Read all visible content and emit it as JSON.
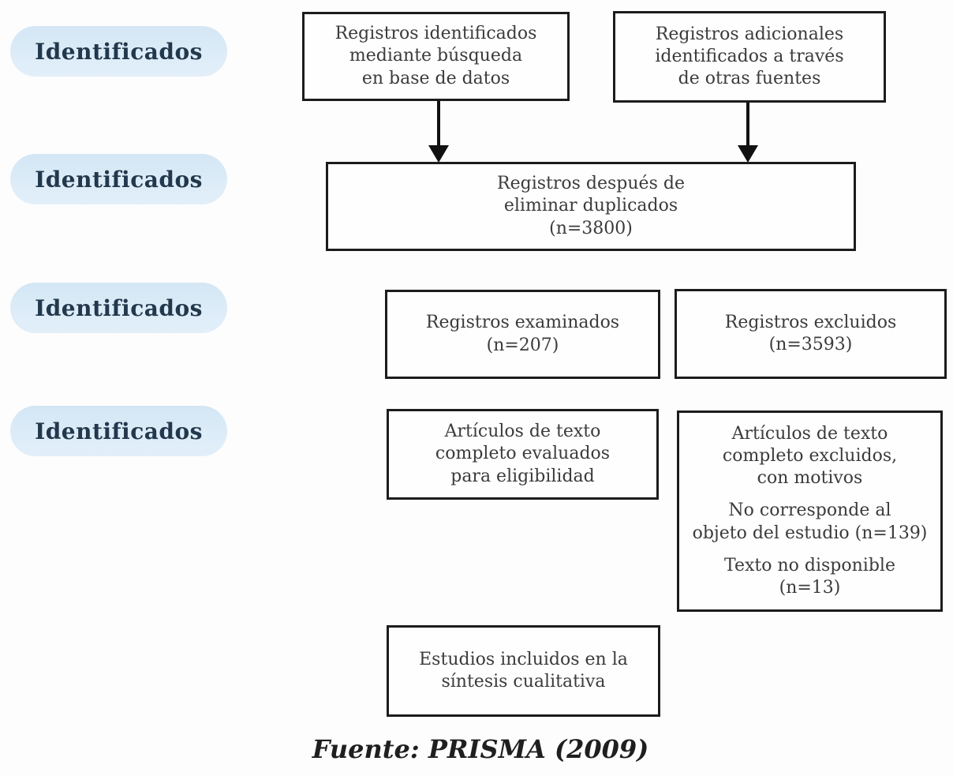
{
  "stages": {
    "items": [
      {
        "label": "Identificados"
      },
      {
        "label": "Identificados"
      },
      {
        "label": "Identificados"
      },
      {
        "label": "Identificados"
      }
    ]
  },
  "flow": {
    "records_database": "Registros identificados\nmediante búsqueda\nen base de datos",
    "records_other_sources": "Registros adicionales\nidentificados a través\nde otras fuentes",
    "after_duplicates": "Registros después de\neliminar duplicados\n(n=3800)",
    "records_screened": "Registros examinados\n(n=207)",
    "records_excluded": "Registros excluidos\n(n=3593)",
    "fulltext_assessed": "Artículos de texto\ncompleto evaluados\npara eligibilidad",
    "fulltext_excluded_header": "Artículos de texto\ncompleto excluidos,\ncon motivos",
    "fulltext_excluded_reason_1": "No corresponde al\nobjeto del estudio (n=139)",
    "fulltext_excluded_reason_2": "Texto no disponible\n(n=13)",
    "studies_included": "Estudios incluidos en la\nsíntesis cualitativa"
  },
  "counts": {
    "after_duplicates": 3800,
    "records_screened": 207,
    "records_excluded": 3593,
    "not_related_to_study": 139,
    "text_unavailable": 13
  },
  "caption": "Fuente: PRISMA (2009)",
  "colors": {
    "pill_background": "#d6e8f5",
    "pill_text": "#22384c",
    "box_border": "#1c1c1c",
    "box_background": "#fefefe",
    "box_text": "#3b3b3b",
    "arrow": "#111111",
    "caption_text": "#1f1f1f"
  }
}
